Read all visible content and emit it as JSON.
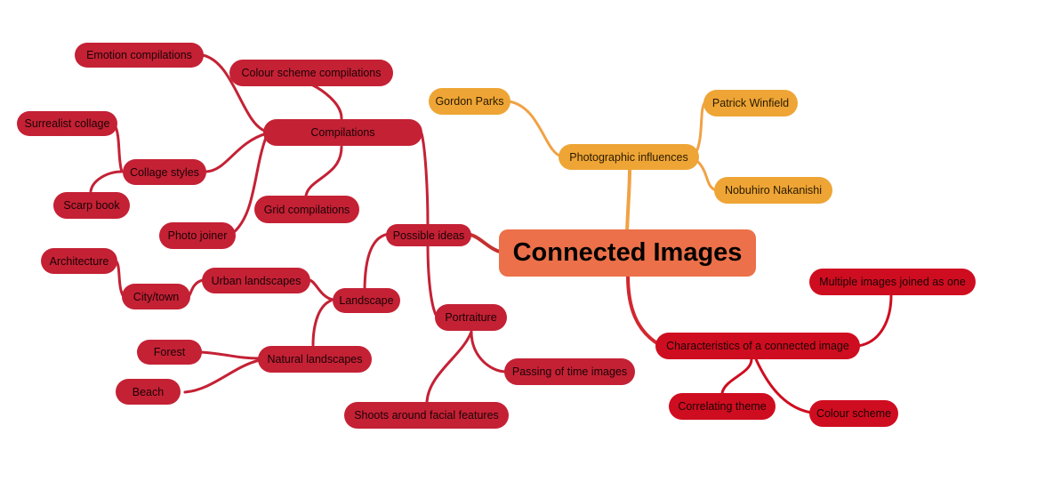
{
  "central_topic": "Connected Images",
  "branches": {
    "possible_ideas": {
      "label": "Possible ideas",
      "compilations": {
        "label": "Compilations",
        "emotion": "Emotion compilations",
        "colour_scheme": "Colour scheme compilations",
        "collage_styles": {
          "label": "Collage styles",
          "surrealist": "Surrealist collage",
          "scrapbook": "Scarp book"
        },
        "photo_joiner": "Photo joiner",
        "grid": "Grid compilations"
      },
      "landscape": {
        "label": "Landscape",
        "urban": {
          "label": "Urban landscapes",
          "city_town": {
            "label": "City/town",
            "architecture": "Architecture"
          }
        },
        "natural": {
          "label": "Natural landscapes",
          "forest": "Forest",
          "beach": "Beach"
        }
      },
      "portraiture": {
        "label": "Portraiture",
        "passing_of_time": "Passing of time images",
        "facial_features": "Shoots around facial features"
      }
    },
    "photographic_influences": {
      "label": "Photographic influences",
      "gordon_parks": "Gordon Parks",
      "patrick_winfield": "Patrick Winfield",
      "nobuhiro_nakanishi": "Nobuhiro Nakanishi"
    },
    "characteristics": {
      "label": "Characteristics of a connected image",
      "multiple_images": "Multiple images joined as one",
      "correlating_theme": "Correlating theme",
      "colour_scheme": "Colour scheme"
    }
  },
  "colors": {
    "root": "#ec7049",
    "possible_ideas_branch": "#c42135",
    "influences_branch": "#eea535",
    "characteristics_branch": "#cf0d20"
  }
}
